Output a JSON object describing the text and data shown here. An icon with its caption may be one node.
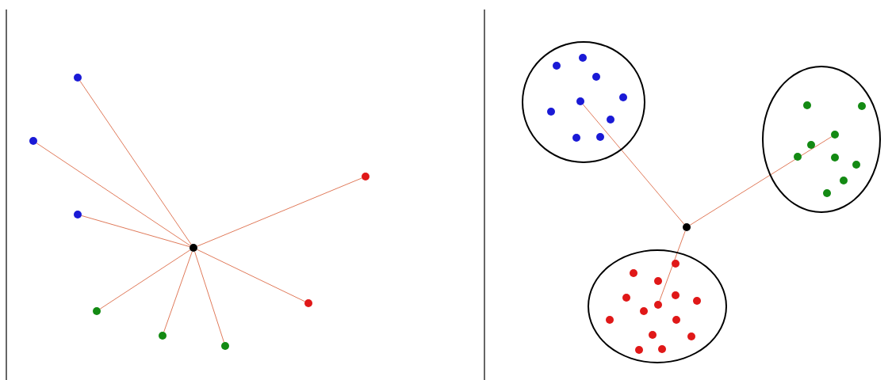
{
  "diagram": {
    "nodes": [
      {
        "text": [],
        "shape": "circle"
      },
      {
        "text": [],
        "shape": "circle"
      },
      {
        "text": [],
        "shape": "circle"
      },
      {
        "text": [],
        "shape": "circle"
      },
      {
        "text": [],
        "shape": "circle"
      },
      {
        "text": [],
        "shape": "circle"
      },
      {
        "text": [],
        "shape": "circle"
      },
      {
        "text": [],
        "shape": "circle"
      },
      {
        "text": [],
        "shape": "circle"
      },
      {
        "text": [],
        "shape": "circle"
      },
      {
        "text": [],
        "shape": "circle",
        "in": 9
      },
      {
        "text": [],
        "shape": "circle",
        "in": 9
      },
      {
        "text": [],
        "shape": "circle",
        "in": 9
      },
      {
        "text": [],
        "shape": "circle",
        "in": 9
      },
      {
        "text": [],
        "shape": "circle",
        "in": 9
      },
      {
        "text": [],
        "shape": "circle",
        "in": 9
      },
      {
        "text": [],
        "shape": "circle",
        "in": 9
      },
      {
        "text": [],
        "shape": "circle",
        "in": 9
      },
      {
        "text": [],
        "shape": "circle",
        "in": 9
      },
      {
        "text": [],
        "shape": "circle"
      },
      {
        "text": [],
        "shape": "circle",
        "in": 19
      },
      {
        "text": [],
        "shape": "circle",
        "in": 19
      },
      {
        "text": [],
        "shape": "circle",
        "in": 19
      },
      {
        "text": [],
        "shape": "circle",
        "in": 19
      },
      {
        "text": [],
        "shape": "circle",
        "in": 19
      },
      {
        "text": [],
        "shape": "circle",
        "in": 19
      },
      {
        "text": [],
        "shape": "circle",
        "in": 19
      },
      {
        "text": [],
        "shape": "circle",
        "in": 19
      },
      {
        "text": [],
        "shape": "circle",
        "in": 19
      },
      {
        "text": [],
        "shape": "circle"
      },
      {
        "text": [],
        "shape": "circle"
      },
      {
        "text": [],
        "shape": "circle",
        "in": 30
      },
      {
        "text": [],
        "shape": "circle",
        "in": 30
      },
      {
        "text": [],
        "shape": "circle",
        "in": 30
      },
      {
        "text": [],
        "shape": "circle",
        "in": 30
      },
      {
        "text": [],
        "shape": "circle",
        "in": 30
      },
      {
        "text": [],
        "shape": "circle",
        "in": 30
      },
      {
        "text": [],
        "shape": "circle",
        "in": 30
      },
      {
        "text": [],
        "shape": "circle",
        "in": 30
      },
      {
        "text": [],
        "shape": "circle",
        "in": 30
      },
      {
        "text": [],
        "shape": "circle",
        "in": 30
      },
      {
        "text": [],
        "shape": "circle",
        "in": 30
      },
      {
        "text": [],
        "shape": "circle",
        "in": 30
      },
      {
        "text": [],
        "shape": "circle",
        "in": 30
      },
      {
        "text": [],
        "shape": "circle",
        "in": 30
      }
    ],
    "edges": [
      {
        "from": 4,
        "to": 0,
        "arrow": "none"
      },
      {
        "from": 4,
        "to": 1,
        "arrow": "none"
      },
      {
        "from": 4,
        "to": 2,
        "arrow": "none"
      },
      {
        "from": 4,
        "to": 3,
        "arrow": "none"
      },
      {
        "from": 4,
        "to": 5,
        "arrow": "none"
      },
      {
        "from": 4,
        "to": 6,
        "arrow": "none"
      },
      {
        "from": 4,
        "to": 7,
        "arrow": "none"
      },
      {
        "from": 4,
        "to": 8,
        "arrow": "none"
      },
      {
        "from": 29,
        "to": 14,
        "arrow": "none"
      },
      {
        "from": 29,
        "to": 22,
        "arrow": "none"
      },
      {
        "from": 29,
        "to": 37,
        "arrow": "none"
      }
    ]
  }
}
